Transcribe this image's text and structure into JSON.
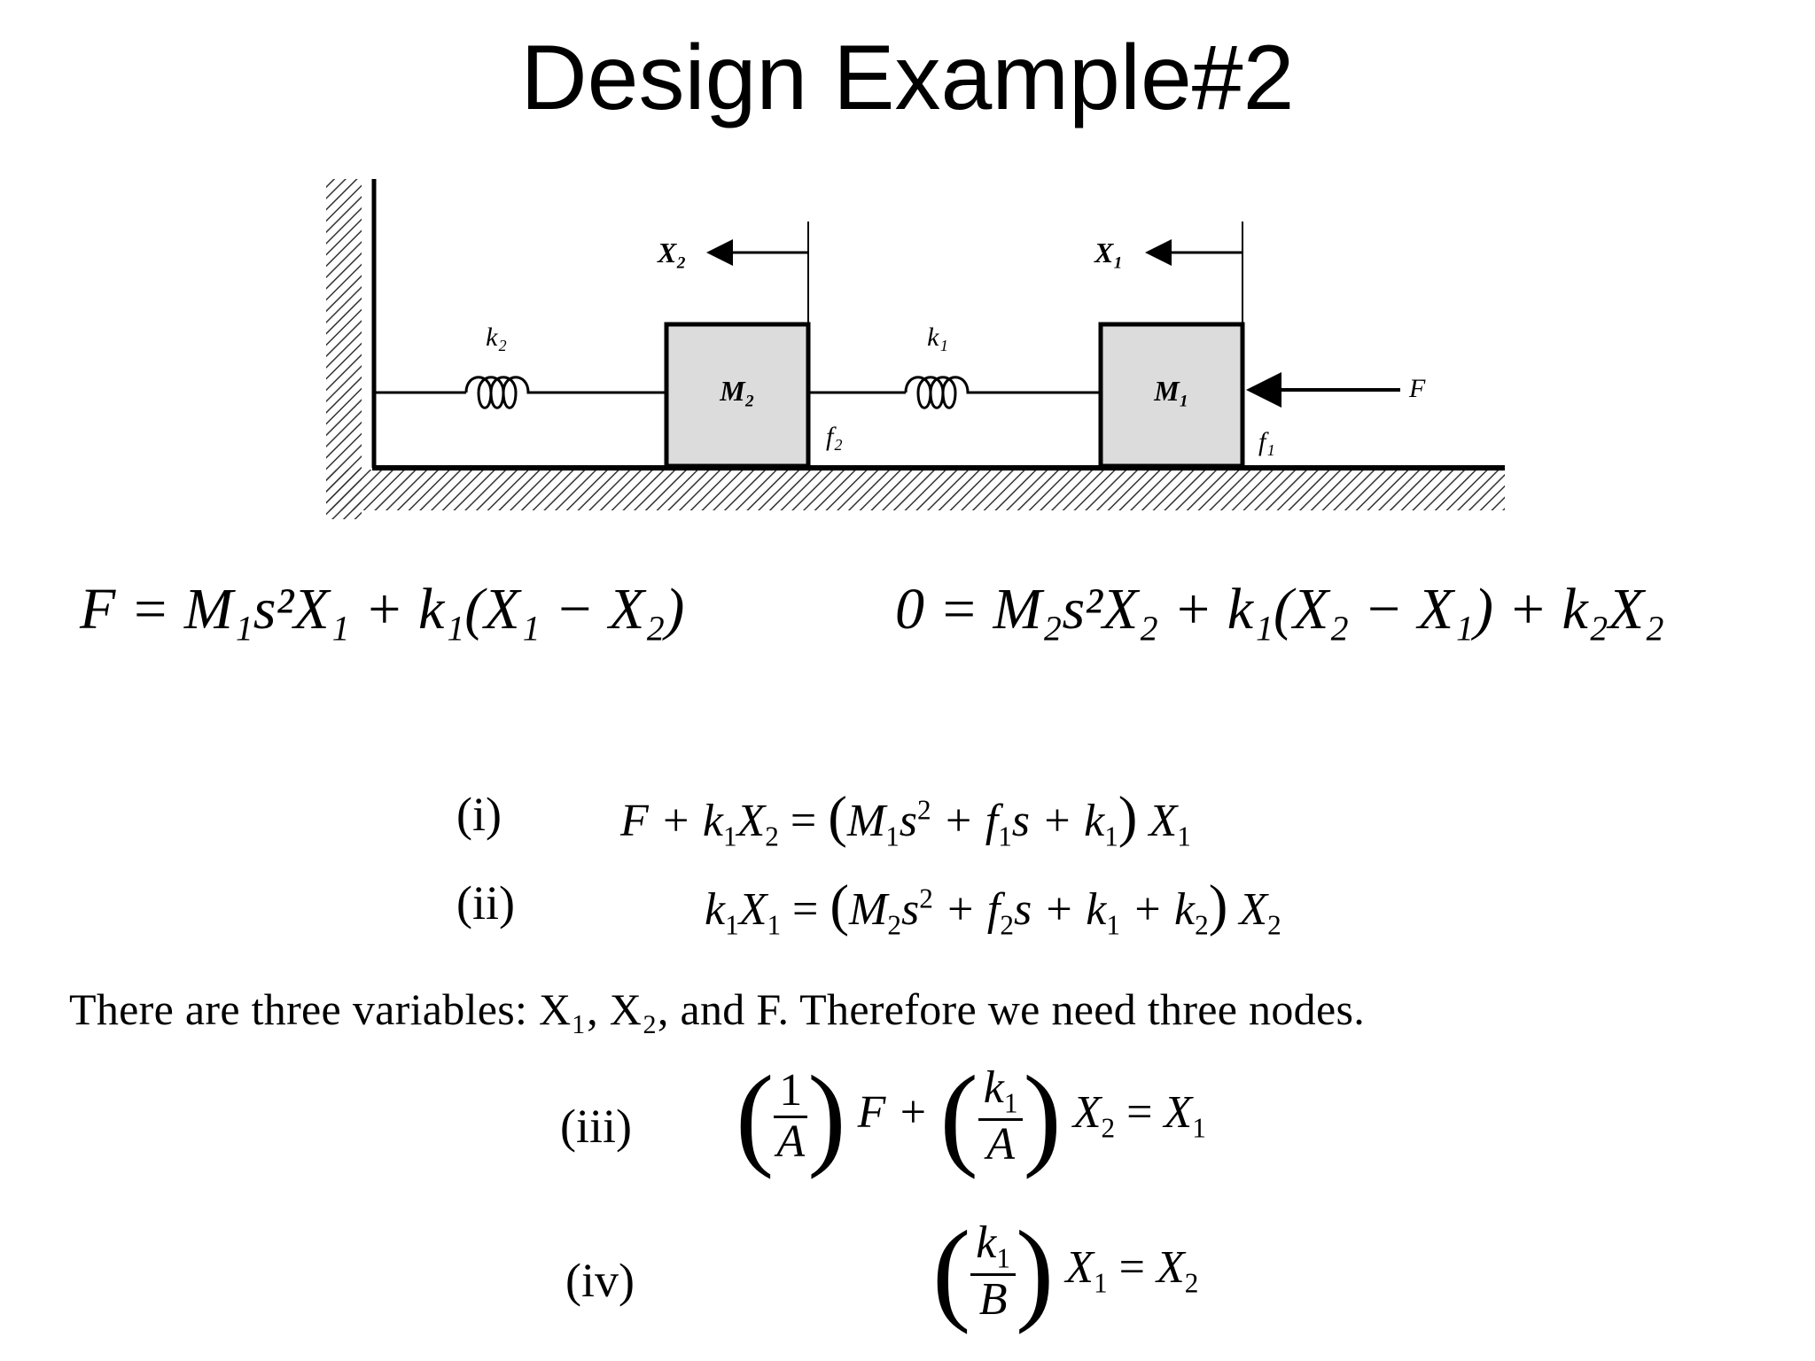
{
  "title": "Design Example#2",
  "diagram": {
    "labels": {
      "x2": "X₂",
      "x1": "X₁",
      "k2": "k₂",
      "k1": "k₁",
      "m2": "M₂",
      "m1": "M₁",
      "f2": "f₂",
      "f1": "f₁",
      "force": "F"
    }
  },
  "equations": {
    "eq_left": "F = M₁s²X₁ + k₁(X₁ − X₂)",
    "eq_right": "0 = M₂s²X₂ + k₁(X₂ − X₁) + k₂X₂",
    "i_label": "(i)",
    "ii_label": "(ii)",
    "iii_label": "(iii)",
    "iv_label": "(iv)",
    "sentence": "There are three variables: X₁, X₂, and F. Therefore we need three nodes."
  }
}
